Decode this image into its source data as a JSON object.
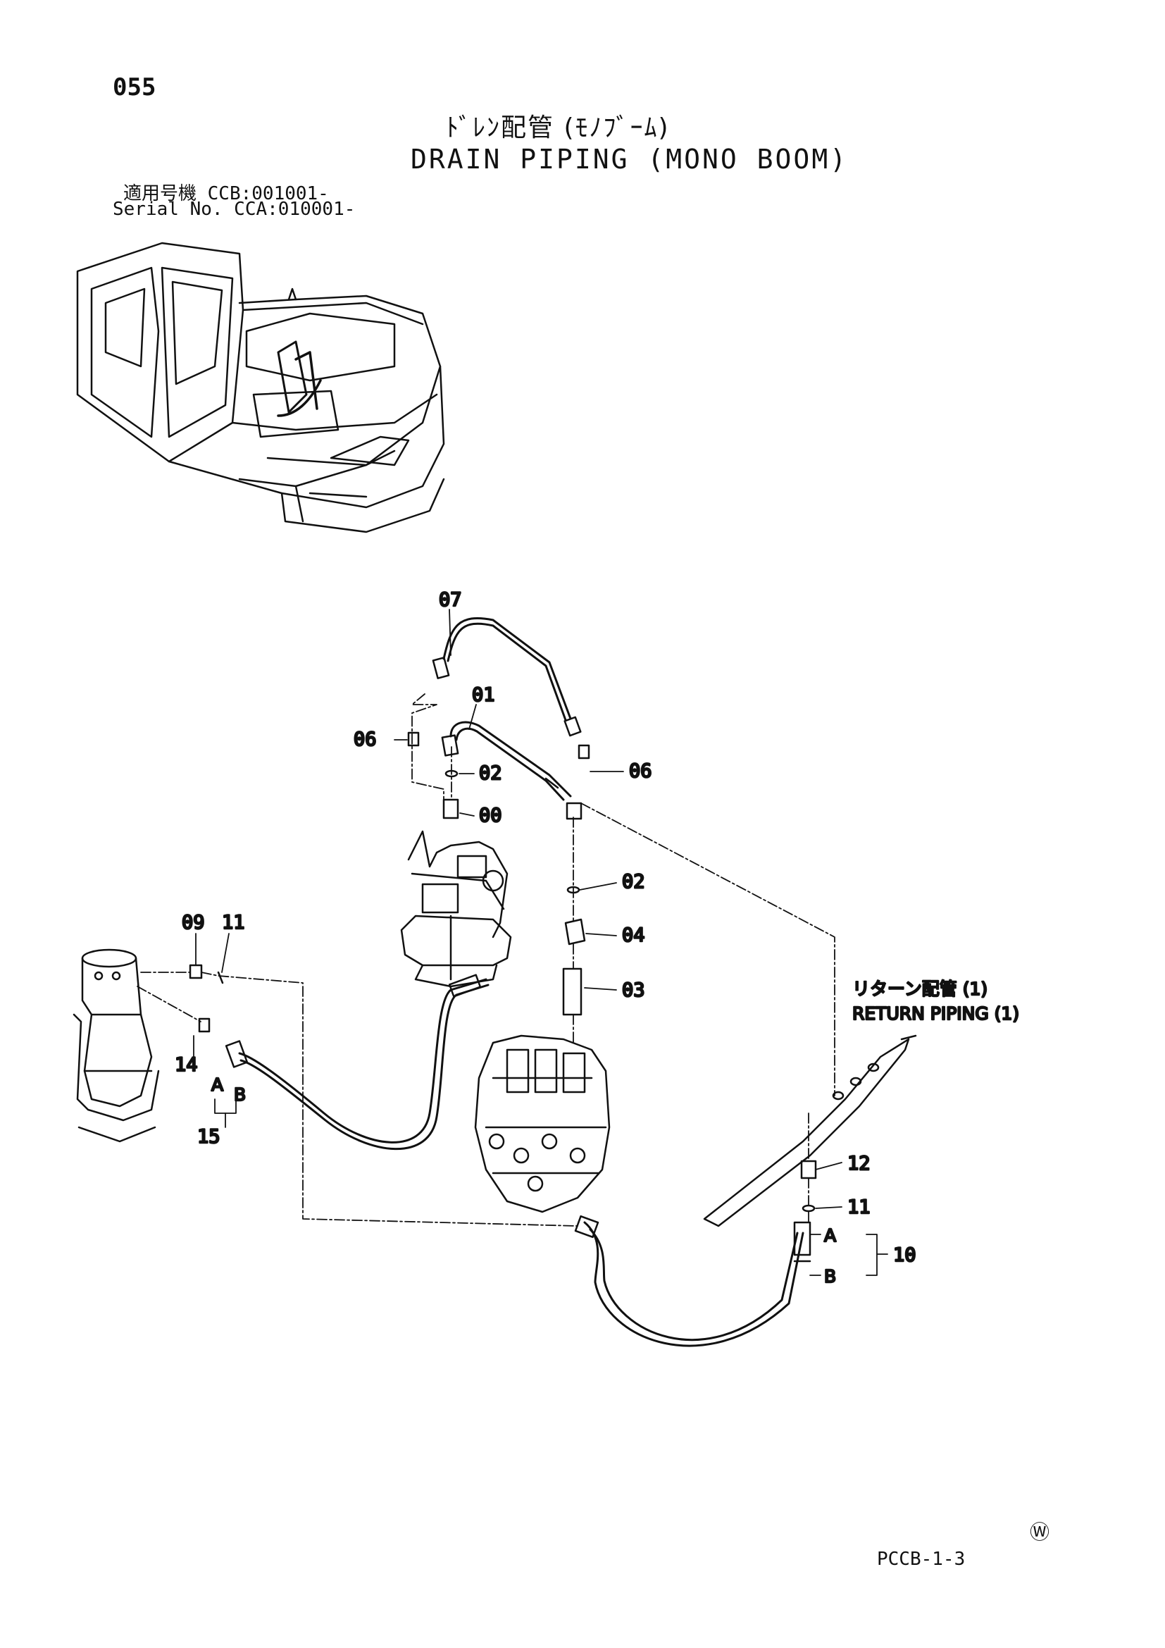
{
  "page_number": "055",
  "title_jp": "ﾄﾞﾚﾝ配管 (ﾓﾉﾌﾞｰﾑ)",
  "title_en": "DRAIN PIPING (MONO BOOM)",
  "serial_jp": "適用号機  CCB:001001-",
  "serial_en": "Serial No. CCA:010001-",
  "callouts": {
    "c00": "00",
    "c01": "01",
    "c02a": "02",
    "c02b": "02",
    "c03": "03",
    "c04": "04",
    "c06a": "06",
    "c06b": "06",
    "c07": "07",
    "c09": "09",
    "c10": "10",
    "c11a": "11",
    "c11b": "11",
    "c12": "12",
    "c14": "14",
    "c15": "15",
    "a1": "A",
    "b1": "B",
    "a2": "A",
    "b2": "B"
  },
  "return_label_jp": "リターン配管 (1)",
  "return_label_en": "RETURN PIPING (1)",
  "ref_code": "PCCB-1-3",
  "mark": "Ⓦ"
}
